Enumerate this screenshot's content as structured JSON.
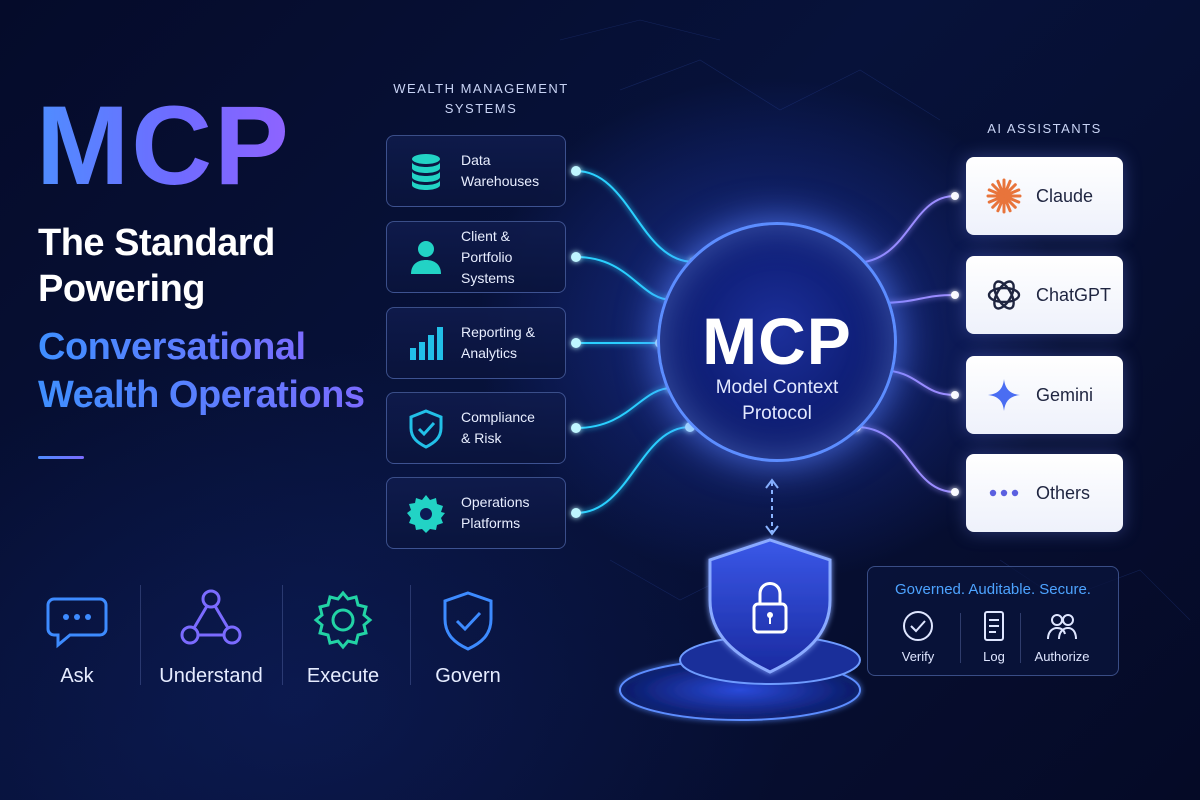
{
  "headline": {
    "acronym": "MCP",
    "line1": "The Standard",
    "line2": "Powering",
    "line3": "Conversational",
    "line4": "Wealth Operations"
  },
  "steps": [
    {
      "label": "Ask",
      "icon": "chat-bubble-icon"
    },
    {
      "label": "Understand",
      "icon": "network-nodes-icon"
    },
    {
      "label": "Execute",
      "icon": "gear-icon"
    },
    {
      "label": "Govern",
      "icon": "shield-check-icon"
    }
  ],
  "left_section": {
    "title_line1": "WEALTH MANAGEMENT",
    "title_line2": "SYSTEMS",
    "items": [
      {
        "label": "Data\nWarehouses",
        "icon": "database-icon"
      },
      {
        "label": "Client & Portfolio\nSystems",
        "icon": "user-icon"
      },
      {
        "label": "Reporting &\nAnalytics",
        "icon": "bar-chart-icon"
      },
      {
        "label": "Compliance\n& Risk",
        "icon": "shield-check-icon"
      },
      {
        "label": "Operations\nPlatforms",
        "icon": "gear-icon"
      }
    ]
  },
  "hub": {
    "title": "MCP",
    "subtitle_line1": "Model Context",
    "subtitle_line2": "Protocol"
  },
  "right_section": {
    "title": "AI ASSISTANTS",
    "items": [
      {
        "label": "Claude",
        "icon": "claude-starburst-icon"
      },
      {
        "label": "ChatGPT",
        "icon": "chatgpt-knot-icon"
      },
      {
        "label": "Gemini",
        "icon": "gemini-sparkle-icon"
      },
      {
        "label": "Others",
        "icon": "ellipsis-icon"
      }
    ]
  },
  "governance": {
    "title": "Governed. Auditable. Secure.",
    "items": [
      {
        "label": "Verify",
        "icon": "check-circle-icon"
      },
      {
        "label": "Log",
        "icon": "document-icon"
      },
      {
        "label": "Authorize",
        "icon": "users-icon"
      }
    ]
  },
  "colors": {
    "background": "#060d30",
    "accent_blue": "#4f8dff",
    "accent_purple": "#7b6bff",
    "teal": "#22d3c5",
    "hub_border": "#5c8dff",
    "gov_title": "#4da3ff"
  }
}
